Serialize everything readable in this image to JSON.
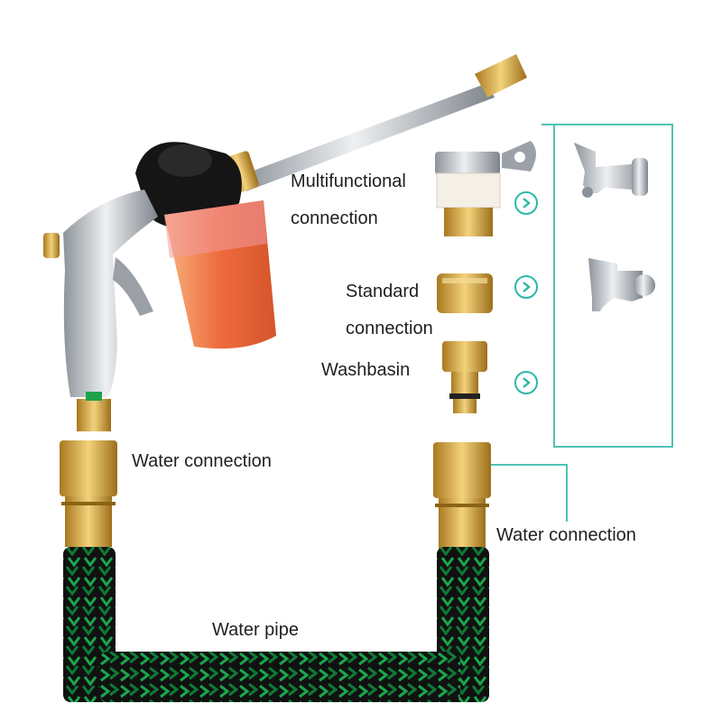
{
  "labels": {
    "multifunctional_line1": "Multifunctional",
    "multifunctional_line2": "connection",
    "standard_line1": "Standard",
    "standard_line2": "connection",
    "washbasin": "Washbasin",
    "water_connection_left": "Water connection",
    "water_connection_right": "Water connection",
    "water_pipe": "Water pipe"
  },
  "icons": [
    "spray-gun-icon",
    "multifunctional-adapter-icon",
    "standard-adapter-icon",
    "washbasin-adapter-icon",
    "faucet-icon",
    "chevron-right-icon",
    "brass-connector-icon",
    "hose-icon"
  ],
  "colors": {
    "accent": "#2cb8a6",
    "brass": "#d3a84a",
    "hose_black": "#111111",
    "hose_green": "#19a34a",
    "chrome": "#b9bec4",
    "bottle_orange": "#f07a4a"
  }
}
